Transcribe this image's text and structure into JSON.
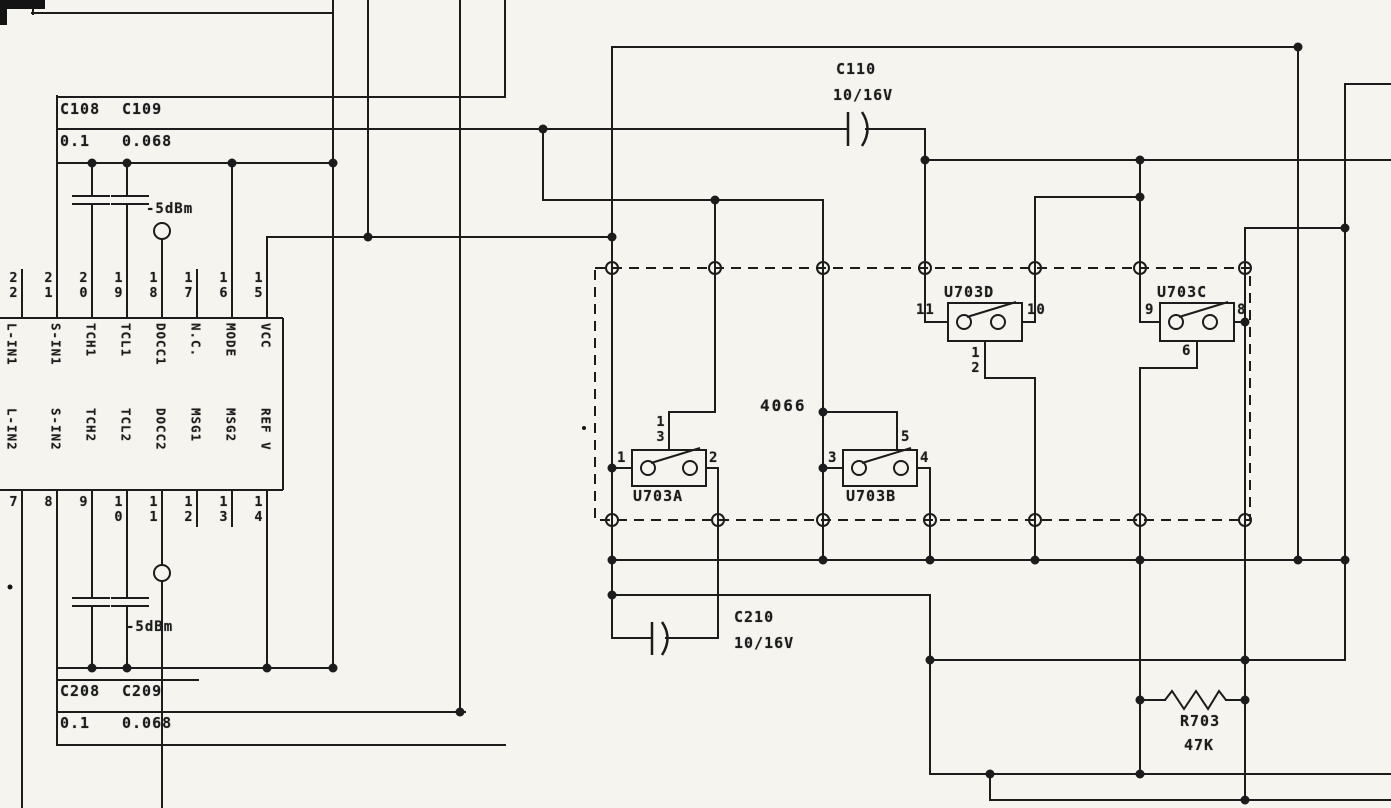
{
  "schematic": {
    "cap_bank_top": {
      "ref1": "C108",
      "ref2": "C109",
      "val1": "0.1",
      "val2": "0.068"
    },
    "cap_bank_bottom": {
      "ref1": "C208",
      "ref2": "C209",
      "val1": "0.1",
      "val2": "0.068"
    },
    "testpoint_top": {
      "label": "-5dBm"
    },
    "testpoint_bottom": {
      "label": "-5dBm"
    },
    "c110": {
      "ref": "C110",
      "value": "10/16V"
    },
    "c210": {
      "ref": "C210",
      "value": "10/16V"
    },
    "r703": {
      "ref": "R703",
      "value": "47K"
    },
    "quad_switch_ic": {
      "ref": "4066"
    },
    "switches": {
      "a": {
        "label": "U703A",
        "pin_left": "1",
        "pin_right": "2",
        "pin_ctrl": "13"
      },
      "b": {
        "label": "U703B",
        "pin_left": "3",
        "pin_right": "4",
        "pin_ctrl": "5"
      },
      "c": {
        "label": "U703C",
        "pin_left": "9",
        "pin_right": "8",
        "pin_ctrl": "6"
      },
      "d": {
        "label": "U703D",
        "pin_left": "11",
        "pin_right": "10",
        "pin_ctrl": "12"
      }
    },
    "main_ic": {
      "top_pins": [
        "22",
        "21",
        "20",
        "19",
        "18",
        "17",
        "16",
        "15"
      ],
      "top_labels": [
        "L-IN1",
        "S-IN1",
        "TCH1",
        "TCL1",
        "DOCC1",
        "N.C.",
        "MODE",
        "VCC"
      ],
      "bottom_labels": [
        "L-IN2",
        "S-IN2",
        "TCH2",
        "TCL2",
        "DOCC2",
        "MSG1",
        "MSG2",
        "REF V"
      ],
      "bottom_pins": [
        "7",
        "8",
        "9",
        "10",
        "11",
        "12",
        "13",
        "14"
      ]
    }
  }
}
